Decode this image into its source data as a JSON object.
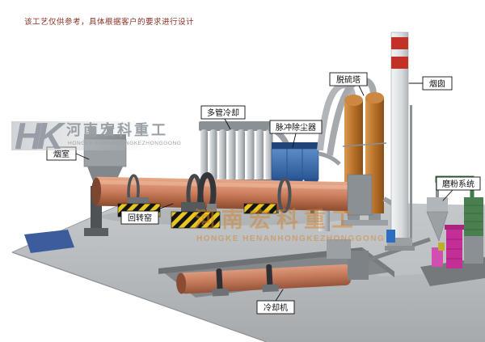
{
  "disclaimer": "该工艺仅供参考，具体根据客户的要求进行设计",
  "logo": {
    "monogram": "HK",
    "company_cn": "河南宏科重工",
    "company_en": "HONGKE HENANHONGKEZHONGGONG"
  },
  "watermark": {
    "company_cn": "河南宏科重工",
    "company_en": "HONGKE HENANHONGKEZHONGGONG"
  },
  "labels": {
    "smoke_chamber": "烟室",
    "rotary_kiln": "回转窑",
    "multi_tube_cooler": "多管冷却",
    "pulse_dust_collector": "脉冲除尘器",
    "desulfurization_tower": "脱硫塔",
    "chimney": "烟囱",
    "grinding_system": "磨粉系统",
    "cooling_machine": "冷却机"
  },
  "colors": {
    "kiln_salmon": "#c87a5a",
    "dust_collector_blue": "#3f6fb0",
    "tower_orange": "#bc7630",
    "chimney_band_red": "#c23026",
    "hazard_yellow": "#e8c520",
    "watermark_orange": "#d4822a",
    "platform_gray": "#b7bbbd",
    "grinding_magenta": "#c32f96",
    "grinding_green": "#4a8050",
    "base_blue": "#3c5c9e"
  }
}
